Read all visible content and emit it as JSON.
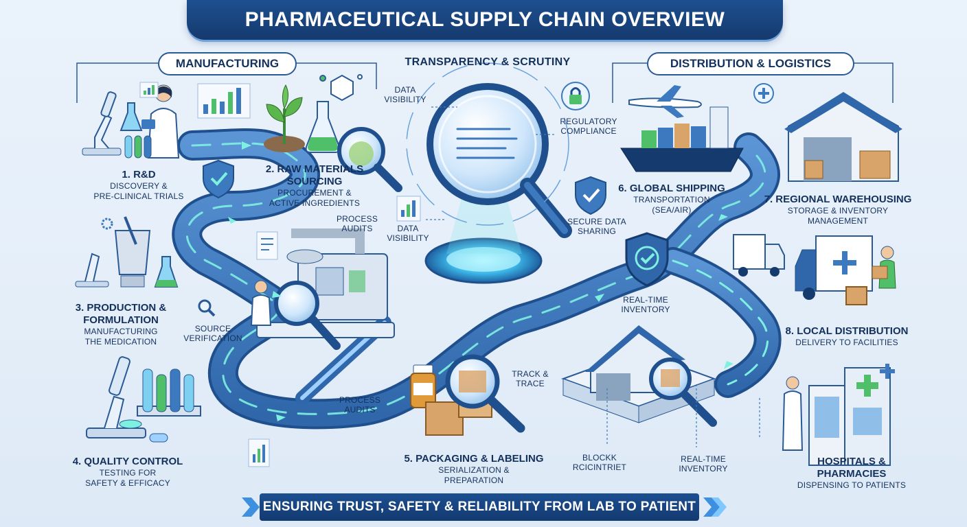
{
  "title": "PHARMACEUTICAL SUPPLY CHAIN OVERVIEW",
  "sections": {
    "manufacturing": "MANUFACTURING",
    "transparency": "TRANSPARENCY & SCRUTINY",
    "distribution": "DISTRIBUTION & LOGISTICS"
  },
  "steps": [
    {
      "heading": "1. R&D",
      "sub": [
        "DISCOVERY &",
        "PRE-CLINICAL TRIALS"
      ]
    },
    {
      "heading": "2. RAW MATERIALS SOURCING",
      "sub": [
        "PROCUREMENT &",
        "ACTIVE INGREDIENTS"
      ]
    },
    {
      "heading": "3. PRODUCTION & FORMULATION",
      "sub": [
        "MANUFACTURING",
        "THE MEDICATION"
      ]
    },
    {
      "heading": "4. QUALITY CONTROL",
      "sub": [
        "TESTING FOR",
        "SAFETY & EFFICACY"
      ]
    },
    {
      "heading": "5. PACKAGING & LABELING",
      "sub": [
        "SERIALIZATION &",
        "PREPARATION"
      ]
    },
    {
      "heading": "6. GLOBAL SHIPPING",
      "sub": [
        "TRANSPORTATION",
        "(SEA/AIR)"
      ]
    },
    {
      "heading": "7. REGIONAL WAREHOUSING",
      "sub": [
        "STORAGE & INVENTORY",
        "MANAGEMENT"
      ]
    },
    {
      "heading": "8. LOCAL DISTRIBUTION",
      "sub": [
        "DELIVERY TO FACILITIES"
      ]
    },
    {
      "heading": "HOSPITALS & PHARMACIES",
      "sub": [
        "DISPENSING TO PATIENTS"
      ]
    }
  ],
  "labels": {
    "data_visibility_top": "DATA VISIBILITY",
    "regulatory_compliance": "REGULATORY COMPLIANCE",
    "secure_data_sharing": "SECURE DATA SHARING",
    "process_audits_top": "PROCESS AUDITS",
    "data_visibility_mid": "DATA VISIBILITY",
    "source_verification": "SOURCE VERIFICATION",
    "real_time_inventory_mid": "REAL-TIME INVENTORY",
    "track_trace": "TRACK & TRACE",
    "process_audits_bottom": "PROCESS AUDITS",
    "blockchain": "BLOCKK RCICINTRIET",
    "real_time_inventory_bottom": "REAL-TIME INVENTORY"
  },
  "footer": "ENSURING TRUST, SAFETY & RELIABILITY FROM LAB TO PATIENT",
  "colors": {
    "navy": "#153a6e",
    "road": "#3d79be",
    "road_edge": "#1f4f8c",
    "glow": "#7ef0e0",
    "accent_green": "#4fbf6a"
  }
}
